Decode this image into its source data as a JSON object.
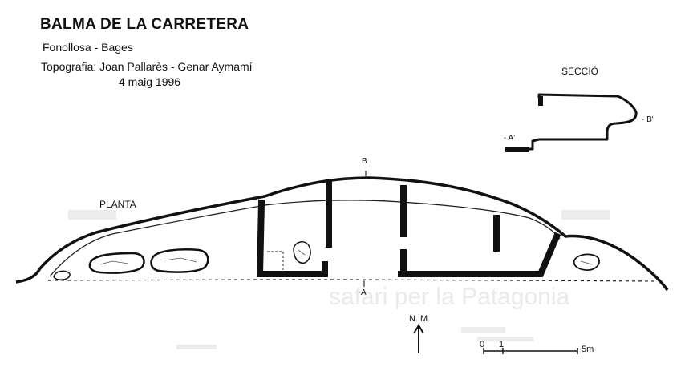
{
  "header": {
    "title": "BALMA DE LA CARRETERA",
    "location": "Fonollosa - Bages",
    "topography": "Topografia: Joan Pallarès - Genar Aymamí",
    "date": "4 maig 1996"
  },
  "section_view": {
    "label": "SECCIÓ",
    "marker_a": "- A'",
    "marker_b": "- B'"
  },
  "plan_view": {
    "label": "PLANTA",
    "marker_a": "A",
    "marker_b": "B"
  },
  "legend": {
    "north": "N. M.",
    "scale_zero": "0",
    "scale_one": "1",
    "scale_end": "5m"
  }
}
